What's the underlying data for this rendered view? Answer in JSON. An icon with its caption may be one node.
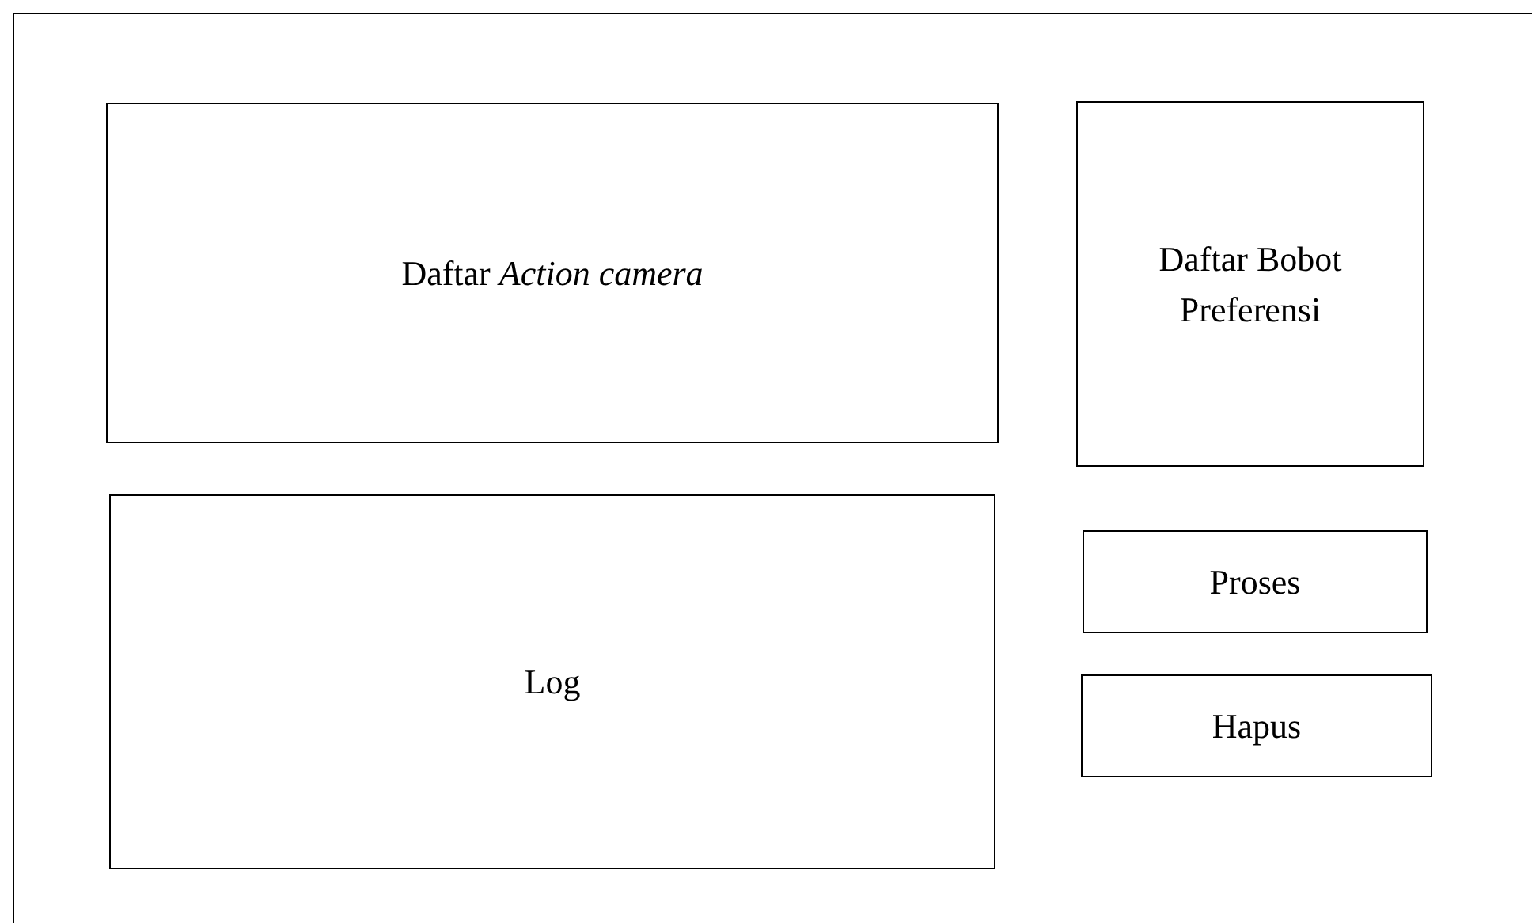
{
  "diagram": {
    "nodes": [
      {
        "text": [],
        "shape": "box"
      },
      {
        "text": [
          "Daftar *Action camera*"
        ],
        "in": 0
      },
      {
        "text": [
          "Daftar Bobot Preferensi"
        ],
        "in": 0
      },
      {
        "text": [
          "Log"
        ],
        "in": 0
      },
      {
        "text": [
          "Proses"
        ],
        "in": 0
      },
      {
        "text": [
          "Hapus"
        ],
        "in": 0
      }
    ]
  }
}
